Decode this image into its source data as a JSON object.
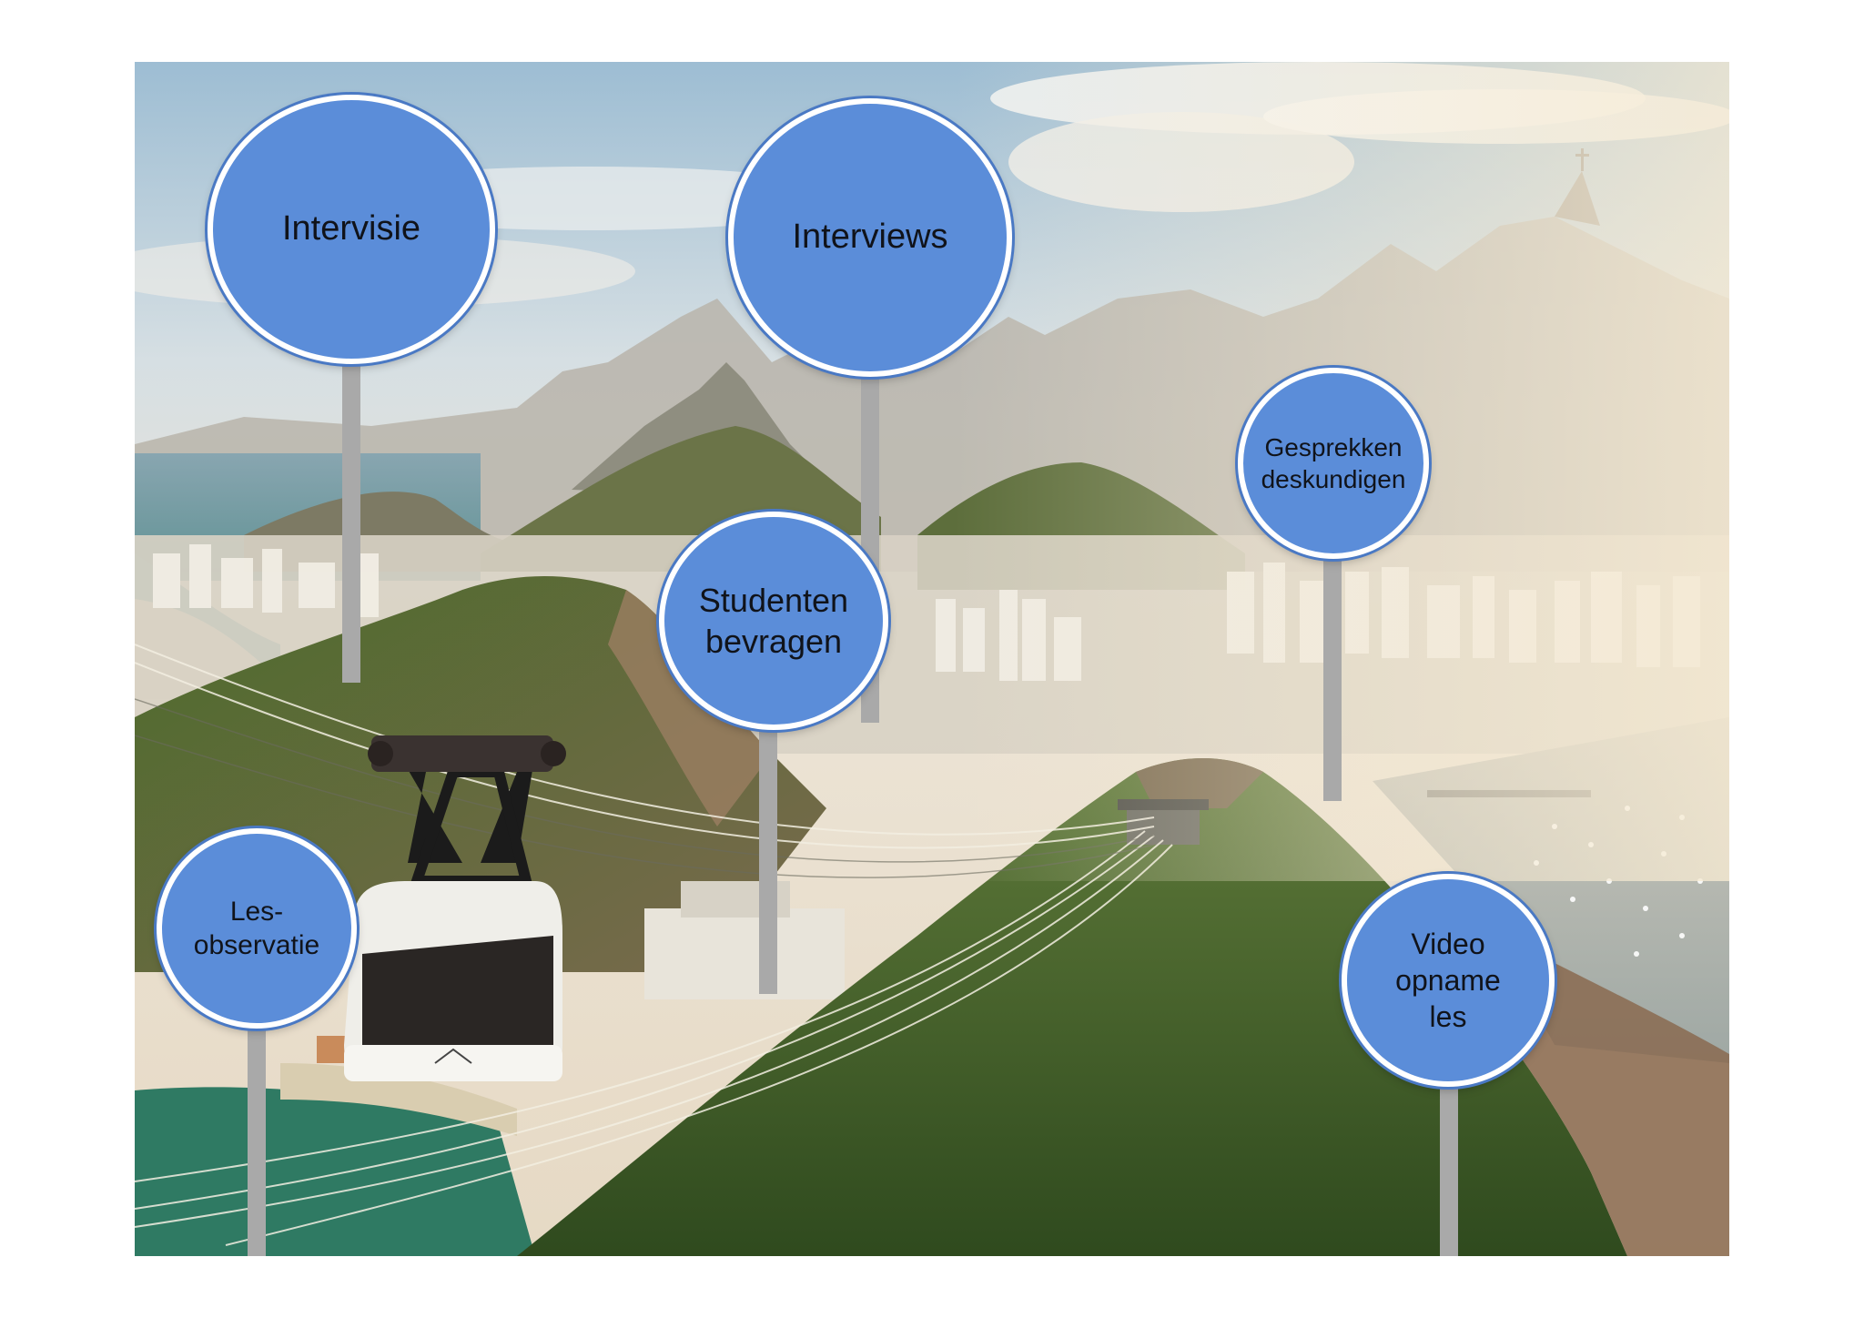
{
  "slide": {
    "background": "photo-rio-de-janeiro-cable-car",
    "bubble_color": "#5b8dd9",
    "bubble_border": "#ffffff",
    "pole_color": "#a9a9a9"
  },
  "bubbles": [
    {
      "id": "intervisie",
      "label": "Intervisie"
    },
    {
      "id": "interviews",
      "label": "Interviews"
    },
    {
      "id": "gesprekken",
      "line1": "Gesprekken",
      "line2": "deskundigen"
    },
    {
      "id": "studenten",
      "line1": "Studenten",
      "line2": "bevragen"
    },
    {
      "id": "lesobservatie",
      "line1": "Les-",
      "line2": "observatie"
    },
    {
      "id": "video",
      "line1": "Video",
      "line2": "opname",
      "line3": "les"
    }
  ]
}
